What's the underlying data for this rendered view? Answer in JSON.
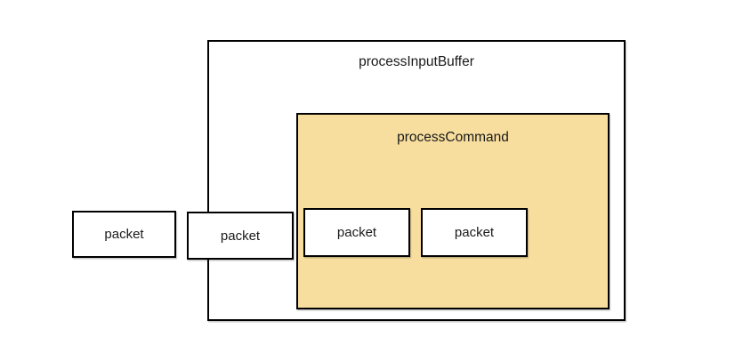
{
  "diagram": {
    "outer_box": {
      "label": "processInputBuffer"
    },
    "inner_box": {
      "label": "processCommand"
    },
    "packets": [
      {
        "label": "packet"
      },
      {
        "label": "packet"
      },
      {
        "label": "packet"
      },
      {
        "label": "packet"
      }
    ],
    "colors": {
      "box_border": "#000000",
      "process_command_fill": "#F8DE9E",
      "packet_fill": "#FFFFFF",
      "canvas_background": "#FFFFFF",
      "text": "#1A1A1A"
    }
  }
}
